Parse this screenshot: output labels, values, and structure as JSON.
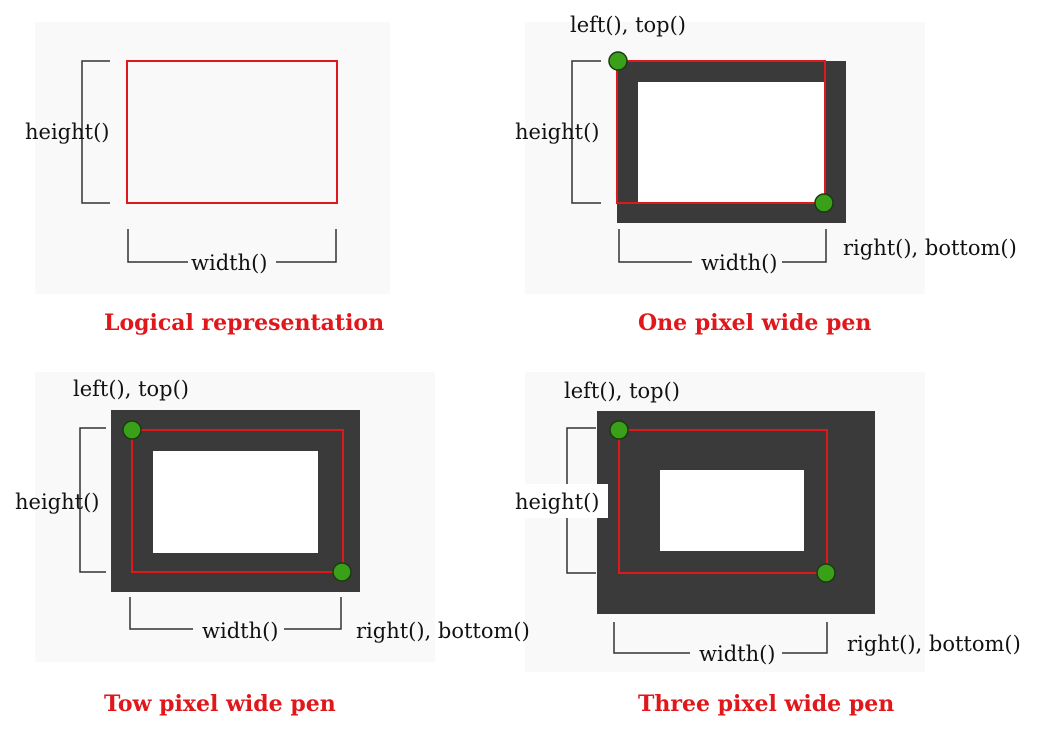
{
  "colors": {
    "pen_fill": "#3a3a3a",
    "logical_rect": "#e0171b",
    "corner_dot": "#3aa01a",
    "caption": "#e0171b",
    "panel_bg": "#f9f9f9"
  },
  "panels": [
    {
      "caption": "Logical representation",
      "height_label": "height()",
      "width_label": "width()"
    },
    {
      "caption": "One pixel wide pen",
      "height_label": "height()",
      "width_label": "width()",
      "top_left_label": "left(), top()",
      "bottom_right_label": "right(), bottom()"
    },
    {
      "caption": "Tow pixel wide pen",
      "height_label": "height()",
      "width_label": "width()",
      "top_left_label": "left(), top()",
      "bottom_right_label": "right(), bottom()"
    },
    {
      "caption": "Three pixel wide pen",
      "height_label": "height()",
      "width_label": "width()",
      "top_left_label": "left(), top()",
      "bottom_right_label": "right(), bottom()"
    }
  ]
}
